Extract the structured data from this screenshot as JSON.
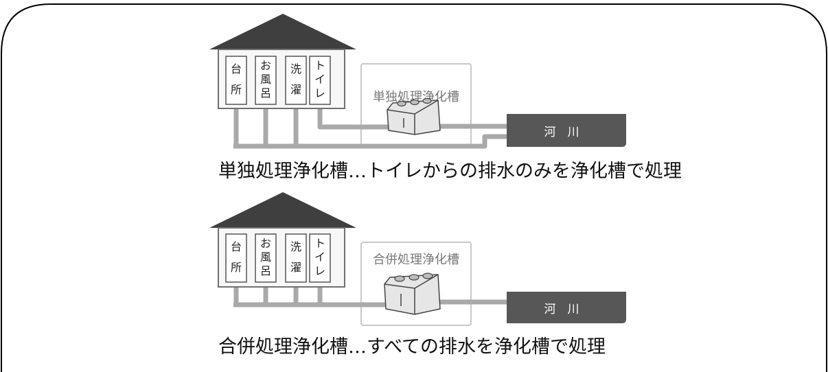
{
  "colors": {
    "roof": "#3f3f3f",
    "wall_fill": "#f7f7f7",
    "wall_stroke": "#707070",
    "pipe": "#a9a9a9",
    "river": "#575757",
    "river_text": "#ffffff",
    "tank_box": "#c8c8c8",
    "label_text": "#777777",
    "frame": "#000000"
  },
  "system_individual": {
    "rooms": [
      {
        "name": "台所",
        "line1": "台",
        "line2": "所"
      },
      {
        "name": "お風呂",
        "line1": "お",
        "line2": "風",
        "line3": "呂"
      },
      {
        "name": "洗濯",
        "line1": "洗",
        "line2": "濯"
      },
      {
        "name": "トイレ",
        "line1": "ト",
        "line2": "イ",
        "line3": "レ"
      }
    ],
    "tank_label": "単独処理浄化槽",
    "tank_icon": "septic-tank-icon",
    "river_label": "河　川",
    "caption": "単独処理浄化槽…トイレからの排水のみを浄化槽で処理"
  },
  "system_combined": {
    "rooms": [
      {
        "name": "台所",
        "line1": "台",
        "line2": "所"
      },
      {
        "name": "お風呂",
        "line1": "お",
        "line2": "風",
        "line3": "呂"
      },
      {
        "name": "洗濯",
        "line1": "洗",
        "line2": "濯"
      },
      {
        "name": "トイレ",
        "line1": "ト",
        "line2": "イ",
        "line3": "レ"
      }
    ],
    "tank_label": "合併処理浄化槽",
    "tank_icon": "septic-tank-icon",
    "river_label": "河　川",
    "caption": "合併処理浄化槽…すべての排水を浄化槽で処理"
  }
}
